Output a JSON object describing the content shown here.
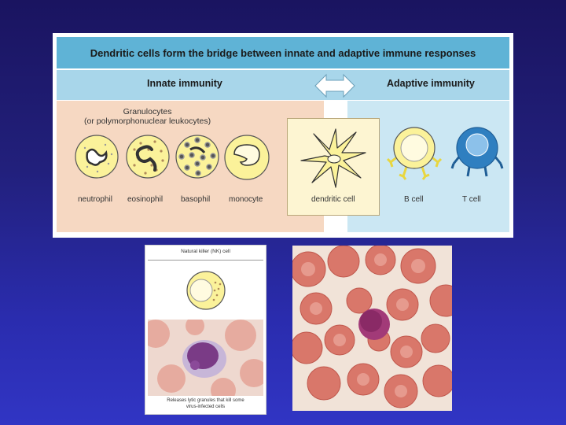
{
  "diagram": {
    "title": "Dendritic cells form the bridge between innate and adaptive immune responses",
    "innate_label": "Innate immunity",
    "adaptive_label": "Adaptive immunity",
    "granulocytes_label_1": "Granulocytes",
    "granulocytes_label_2": "(or polymorphonuclear leukocytes)",
    "cells": {
      "neutrophil": "neutrophil",
      "eosinophil": "eosinophil",
      "basophil": "basophil",
      "monocyte": "monocyte",
      "dendritic": "dendritic cell",
      "bcell": "B cell",
      "tcell": "T cell"
    }
  },
  "nk_panel": {
    "title": "Natural killer (NK) cell",
    "caption_1": "Releases lytic granules that kill some",
    "caption_2": "virus-infected cells"
  },
  "colors": {
    "background": "#2a2cae",
    "title_bar": "#5fb3d6",
    "innate_bg": "#f6d8c2",
    "adaptive_bg": "#cbe7f3",
    "cell_yellow": "#fbf29a",
    "tcell_blue": "#2f7fc0"
  }
}
